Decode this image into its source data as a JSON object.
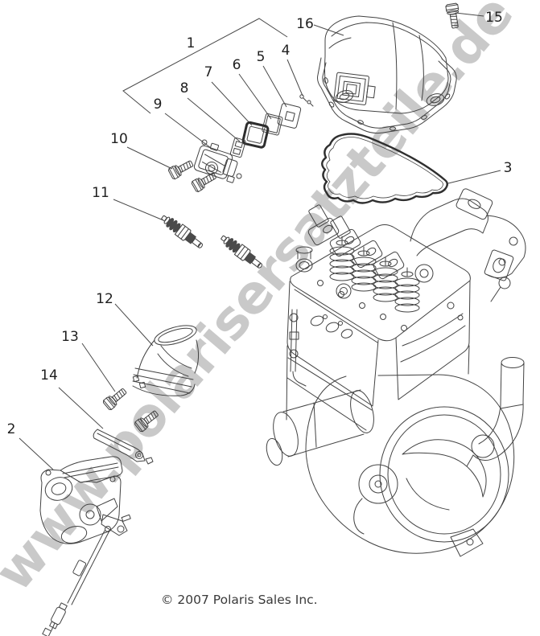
{
  "watermark": {
    "text": "www.polarisersatzteile.de",
    "color": "#c9c9c9"
  },
  "footer": {
    "copyright": "© 2007 Polaris Sales Inc."
  },
  "diagram": {
    "type": "exploded-parts-diagram",
    "subject": "engine throttle body and valve cover assembly",
    "line_color": "#424242",
    "callouts": [
      "1",
      "2",
      "3",
      "4",
      "5",
      "6",
      "7",
      "8",
      "9",
      "10",
      "11",
      "12",
      "13",
      "14",
      "15",
      "16"
    ]
  }
}
